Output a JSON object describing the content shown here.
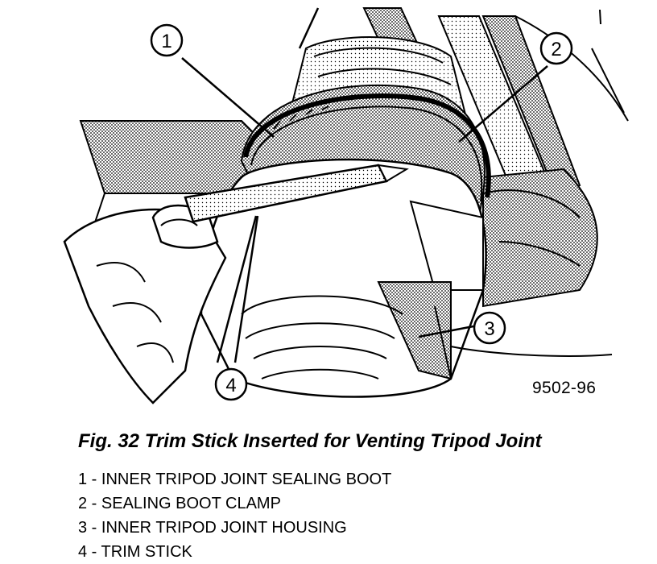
{
  "figure": {
    "id": "9502-96",
    "caption": "Fig. 32 Trim Stick Inserted for Venting Tripod Joint",
    "callouts": [
      "1",
      "2",
      "3",
      "4"
    ],
    "legend": [
      "1 - INNER TRIPOD JOINT SEALING BOOT",
      "2 - SEALING BOOT CLAMP",
      "3 - INNER TRIPOD JOINT HOUSING",
      "4 - TRIM STICK"
    ]
  }
}
